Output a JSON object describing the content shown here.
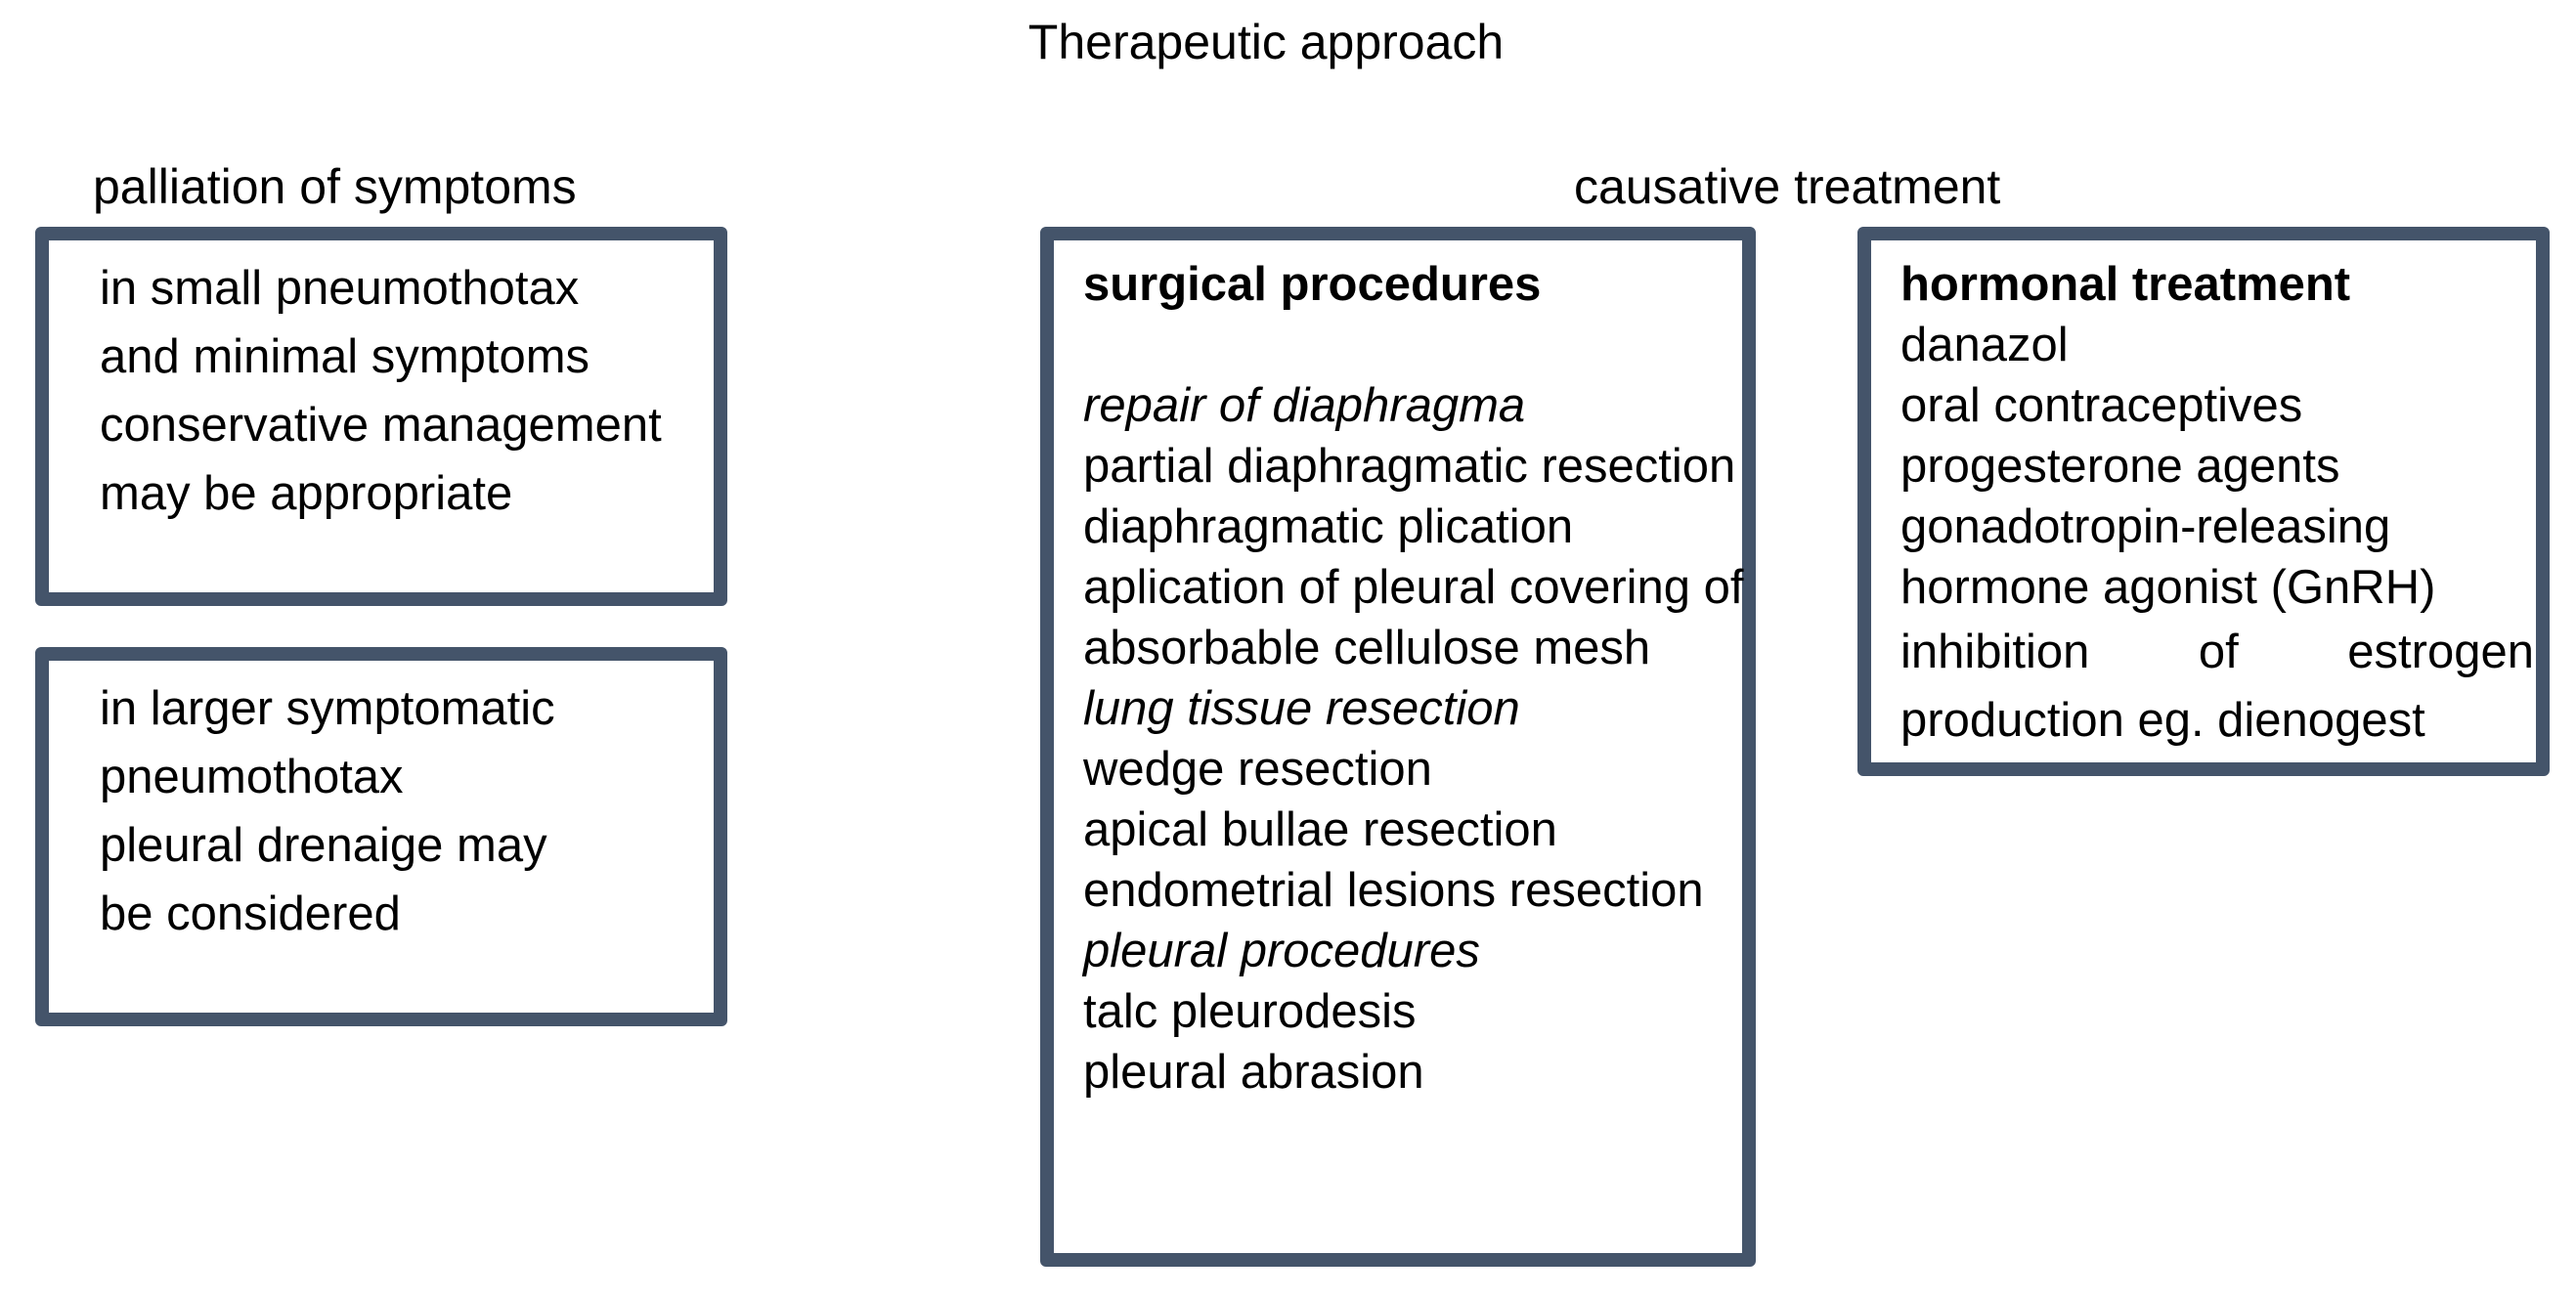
{
  "title": "Therapeutic approach",
  "palliation": {
    "heading": "palliation of symptoms",
    "box_small": [
      "in small pneumothotax",
      "and minimal symptoms",
      "conservative management",
      "may be appropriate"
    ],
    "box_large": [
      "in larger symptomatic",
      "pneumothotax",
      "pleural drenaige may",
      "be considered"
    ]
  },
  "causative": {
    "heading": "causative treatment",
    "surgical": {
      "title": "surgical procedures",
      "groups": [
        {
          "name": "repair of diaphragma",
          "items": [
            "partial diaphragmatic resection",
            "diaphragmatic plication",
            "aplication of pleural covering of",
            "absorbable cellulose mesh"
          ]
        },
        {
          "name": "lung tissue resection",
          "items": [
            "wedge resection",
            "apical bullae resection",
            "endometrial lesions resection"
          ]
        },
        {
          "name": "pleural procedures",
          "items": [
            "talc pleurodesis",
            "pleural abrasion"
          ]
        }
      ]
    },
    "hormonal": {
      "title": "hormonal treatment",
      "items": [
        "danazol",
        "oral contraceptives",
        "progesterone agents",
        "gonadotropin-releasing",
        "hormone agonist (GnRH)"
      ],
      "justified_words": [
        "inhibition",
        "of",
        "estrogen"
      ],
      "last_line": "production eg. dienogest"
    }
  }
}
